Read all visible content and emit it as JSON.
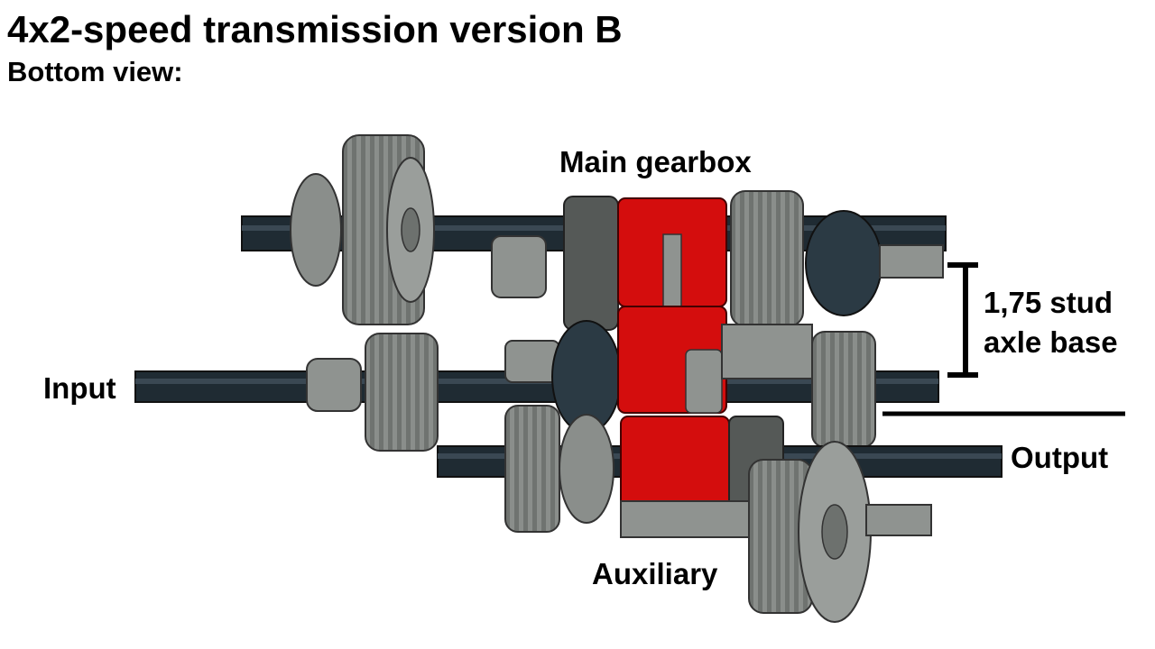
{
  "title": "4x2-speed transmission version B",
  "subtitle": "Bottom view:",
  "labels": {
    "main_gearbox": "Main gearbox",
    "input": "Input",
    "output": "Output",
    "auxiliary": "Auxiliary",
    "axle_base_line1": "1,75 stud",
    "axle_base_line2": "axle base"
  },
  "colors": {
    "axle": "#1f2b33",
    "gear": "#8a8e8b",
    "gear_dark": "#5d615f",
    "clutch_red": "#d40d0d",
    "outline": "#2a2a2a",
    "dark_gear": "#2b3a44"
  }
}
